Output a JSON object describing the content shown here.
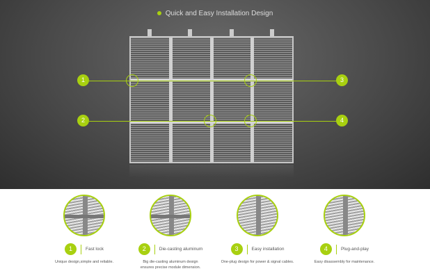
{
  "header": {
    "title": "Quick and Easy Installation Design"
  },
  "callouts": [
    "1",
    "2",
    "3",
    "4"
  ],
  "features": [
    {
      "number": "1",
      "label": "Fast lock",
      "description": "Unique design,simple and reliable."
    },
    {
      "number": "2",
      "label": "Die-casting aluminum",
      "description": "Big die-casting aluminum design ensures precise module dimension."
    },
    {
      "number": "3",
      "label": "Easy installation",
      "description": "One-plug design for power & signal cables."
    },
    {
      "number": "4",
      "label": "Plug-and-play",
      "description": "Easy disassembly for maintenance."
    }
  ],
  "colors": {
    "accent": "#a8d010"
  }
}
